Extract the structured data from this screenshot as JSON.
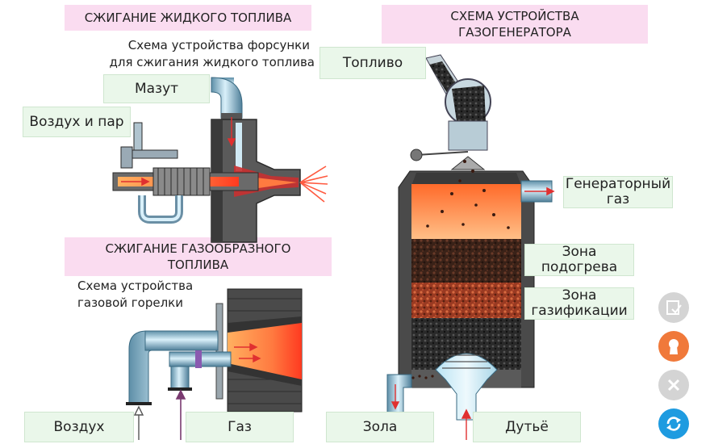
{
  "liquid": {
    "title": "СЖИГАНИЕ ЖИДКОГО ТОПЛИВА",
    "caption_line1": "Схема устройства форсунки",
    "caption_line2": "для сжигания жидкого топлива",
    "label_mazut": "Мазут",
    "label_air_steam": "Воздух и пар"
  },
  "gas": {
    "title_line1": "СЖИГАНИЕ ГАЗООБРАЗНОГО",
    "title_line2": "ТОПЛИВА",
    "caption_line1": "Схема устройства",
    "caption_line2": "газовой горелки",
    "label_air": "Воздух",
    "label_gas": "Газ"
  },
  "generator": {
    "title_line1": "СХЕМА УСТРОЙСТВА",
    "title_line2": "ГАЗОГЕНЕРАТОРА",
    "label_fuel": "Топливо",
    "label_gen_gas_line1": "Генераторный",
    "label_gen_gas_line2": "газ",
    "label_preheat_line1": "Зона",
    "label_preheat_line2": "подогрева",
    "label_gasif_line1": "Зона",
    "label_gasif_line2": "газификации",
    "label_ash": "Зола",
    "label_blast": "Дутьё"
  },
  "controls": [
    {
      "icon": "check-edit-icon",
      "color": "#d0d0d0"
    },
    {
      "icon": "keyhole-icon",
      "color": "#f08040"
    },
    {
      "icon": "close-icon",
      "color": "#d0d0d0"
    },
    {
      "icon": "refresh-icon",
      "color": "#1e9be0"
    }
  ]
}
